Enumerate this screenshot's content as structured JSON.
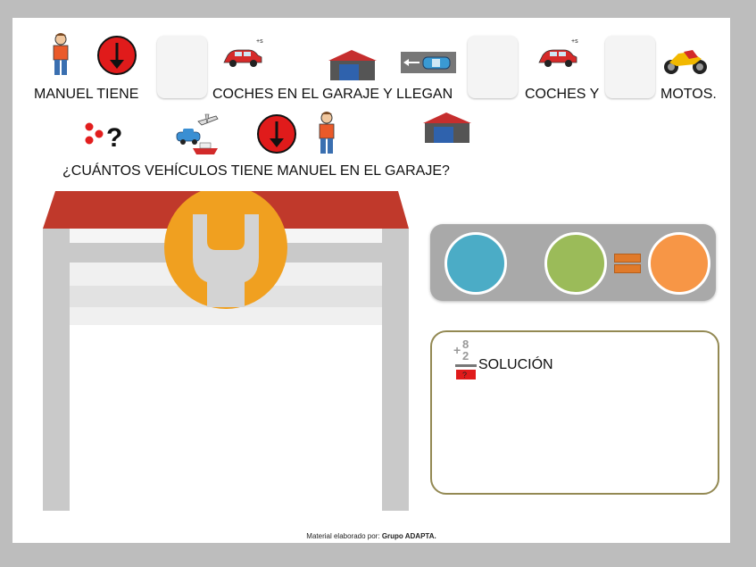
{
  "sentence1": {
    "w1": "MANUEL TIENE",
    "w2": "COCHES EN EL GARAJE Y LLEGAN",
    "w3": "COCHES Y",
    "w4": "MOTOS."
  },
  "question": "¿CUÁNTOS VEHÍCULOS TIENE MANUEL EN EL GARAJE?",
  "solution_label": "SOLUCIÓN",
  "footer": {
    "prefix": "Material elaborado por:",
    "author": "Grupo ADAPTA."
  }
}
